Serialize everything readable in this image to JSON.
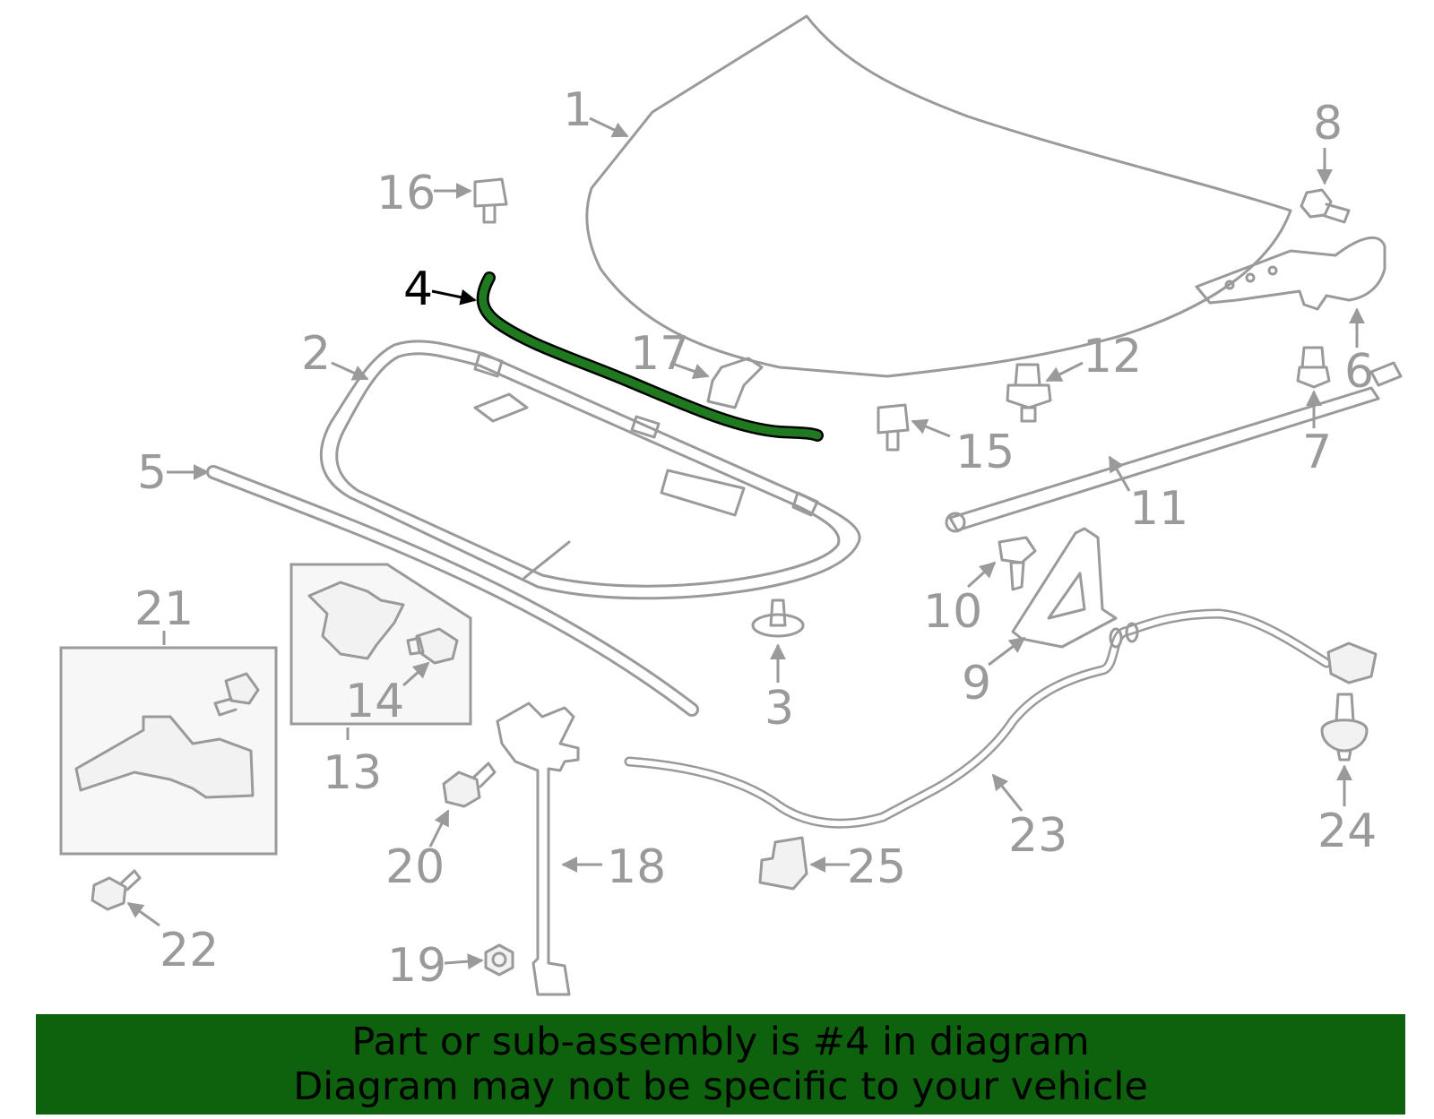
{
  "callouts": {
    "c1": "1",
    "c2": "2",
    "c3": "3",
    "c4": "4",
    "c5": "5",
    "c6": "6",
    "c7": "7",
    "c8": "8",
    "c9": "9",
    "c10": "10",
    "c11": "11",
    "c12": "12",
    "c13": "13",
    "c14": "14",
    "c15": "15",
    "c16": "16",
    "c17": "17",
    "c18": "18",
    "c19": "19",
    "c20": "20",
    "c21": "21",
    "c22": "22",
    "c23": "23",
    "c24": "24",
    "c25": "25"
  },
  "footer": {
    "line1": "Part or sub-assembly is #4 in diagram",
    "line2": "Diagram may not be specific to your vehicle"
  },
  "colors": {
    "highlight_part": "#1f7a1f",
    "footer_bg": "#0e620e",
    "line_gray": "#9a9a9a"
  }
}
